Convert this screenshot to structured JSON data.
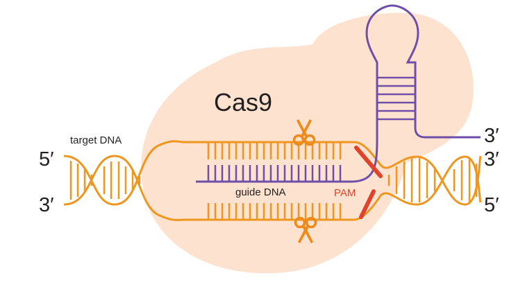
{
  "labels": {
    "protein": "Cas9",
    "target": "target DNA",
    "guide": "guide DNA",
    "pam": "PAM",
    "left_top_end": "5′",
    "left_bottom_end": "3′",
    "right_guide_end": "3′",
    "right_top_end": "3′",
    "right_bottom_end": "5′"
  },
  "colors": {
    "protein_blob": "#fde3cf",
    "dna_strand": "#f0961f",
    "guide_strand": "#6f4ea9",
    "pam": "#e0432b",
    "scissors": "#ee8a1b",
    "text": "#231f20"
  },
  "icons": {
    "scissors_top": "scissors-icon",
    "scissors_bottom": "scissors-icon"
  }
}
